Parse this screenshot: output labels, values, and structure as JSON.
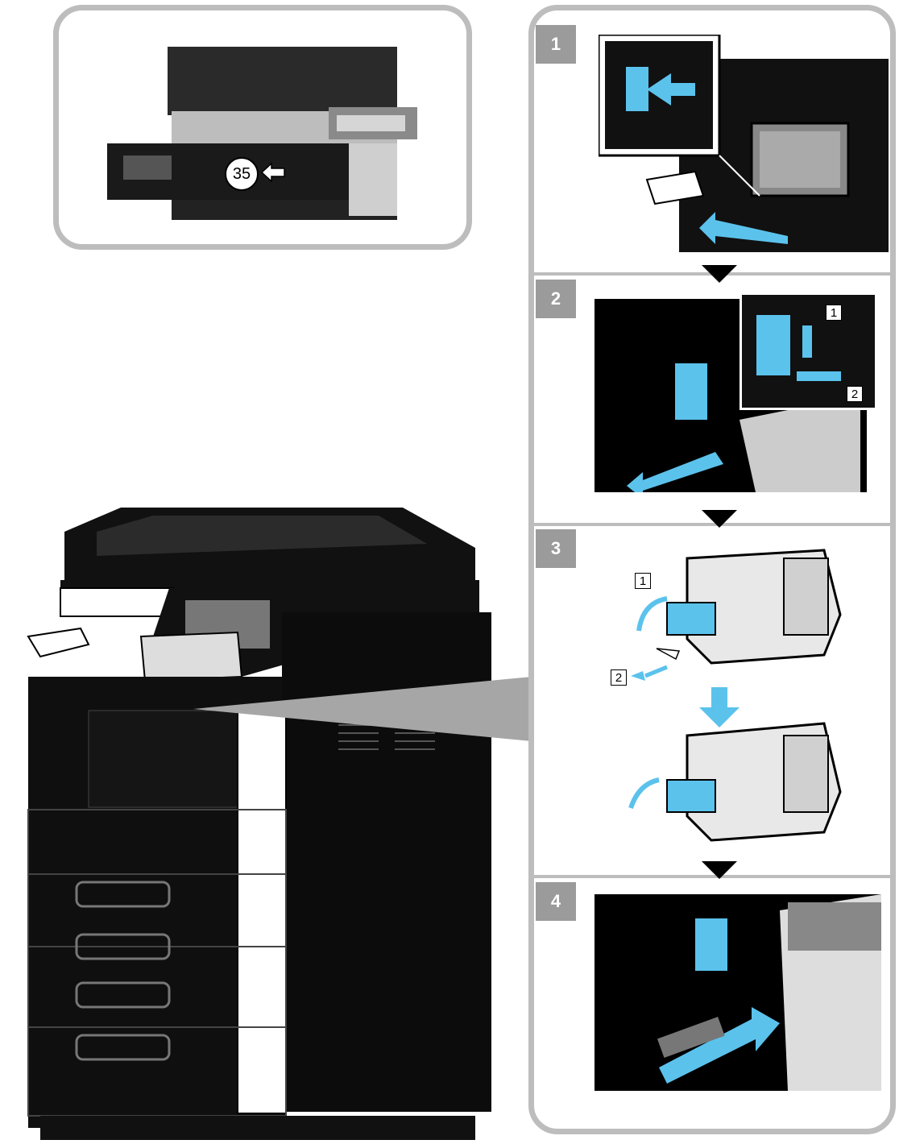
{
  "callout": {
    "location_number": "35"
  },
  "steps": [
    {
      "number": "1"
    },
    {
      "number": "2",
      "markers": [
        "1",
        "2"
      ]
    },
    {
      "number": "3",
      "markers": [
        "1",
        "2"
      ]
    },
    {
      "number": "4"
    }
  ],
  "colors": {
    "panel_border": "#bdbdbd",
    "badge": "#9b9b9b",
    "accent": "#5bc2ec",
    "part": "#000000"
  }
}
